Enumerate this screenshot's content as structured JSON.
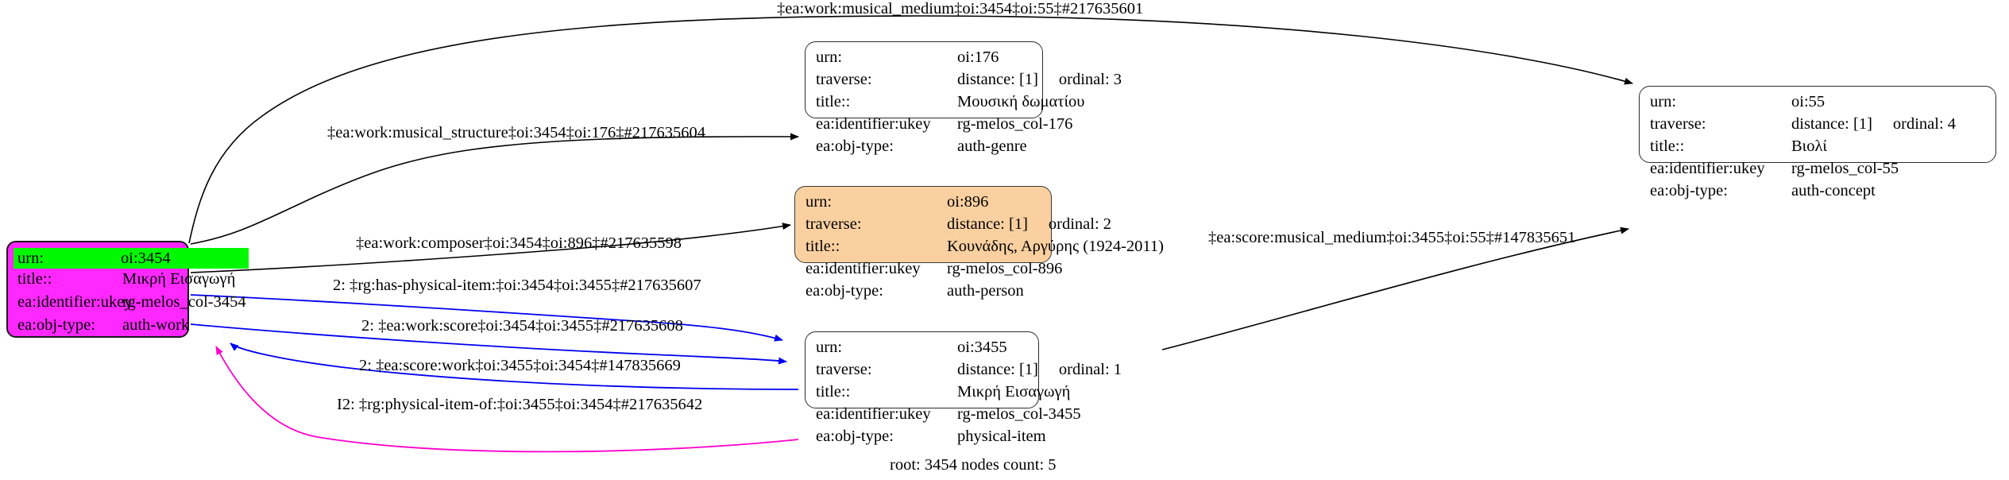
{
  "graph": {
    "footer": "root: 3454 nodes count: 5",
    "field_labels": {
      "urn": "urn:",
      "traverse": "traverse:",
      "title": "title::",
      "ukey": "ea:identifier:ukey",
      "objtype": "ea:obj-type:"
    },
    "colors": {
      "root_fill": "#ff28ff",
      "root_highlight": "#00f900",
      "person_fill": "#fad0a0",
      "default_fill": "#ffffff",
      "edge_default": "#000000",
      "edge_blue": "#0000ee",
      "edge_magenta": "#ff00cc"
    }
  },
  "nodes": [
    {
      "id": "oi3454",
      "urn": "oi:3454",
      "traverse": null,
      "traverse_distance": null,
      "traverse_ordinal": null,
      "title": "Μικρή Εισαγωγή",
      "ukey": "rg-melos_col-3454",
      "objtype": "auth-work"
    },
    {
      "id": "oi176",
      "urn": "oi:176",
      "traverse": "distance: [1]     ordinal: 3",
      "traverse_distance": "distance: [1]",
      "traverse_ordinal": "ordinal: 3",
      "title": "Μουσική δωματίου",
      "ukey": "rg-melos_col-176",
      "objtype": "auth-genre"
    },
    {
      "id": "oi896",
      "urn": "oi:896",
      "traverse": "distance: [1]     ordinal: 2",
      "traverse_distance": "distance: [1]",
      "traverse_ordinal": "ordinal: 2",
      "title": "Κουνάδης, Αργύρης (1924-2011)",
      "ukey": "rg-melos_col-896",
      "objtype": "auth-person"
    },
    {
      "id": "oi3455",
      "urn": "oi:3455",
      "traverse": "distance: [1]     ordinal: 1",
      "traverse_distance": "distance: [1]",
      "traverse_ordinal": "ordinal: 1",
      "title": "Μικρή Εισαγωγή",
      "ukey": "rg-melos_col-3455",
      "objtype": "physical-item"
    },
    {
      "id": "oi55",
      "urn": "oi:55",
      "traverse": "distance: [1]     ordinal: 4",
      "traverse_distance": "distance: [1]",
      "traverse_ordinal": "ordinal: 4",
      "title": "Βιολί",
      "ukey": "rg-melos_col-55",
      "objtype": "auth-concept"
    }
  ],
  "edges": [
    {
      "id": "e1",
      "label": "‡ea:work:musical_medium‡oi:3454‡oi:55‡#217635601",
      "from": "oi3454",
      "to": "oi55",
      "color": "#000000"
    },
    {
      "id": "e2",
      "label": "‡ea:work:musical_structure‡oi:3454‡oi:176‡#217635604",
      "from": "oi3454",
      "to": "oi176",
      "color": "#000000"
    },
    {
      "id": "e3",
      "label": "‡ea:work:composer‡oi:3454‡oi:896‡#217635598",
      "from": "oi3454",
      "to": "oi896",
      "color": "#000000"
    },
    {
      "id": "e4",
      "label": "2: ‡rg:has-physical-item:‡oi:3454‡oi:3455‡#217635607",
      "from": "oi3454",
      "to": "oi3455",
      "color": "#0000ee"
    },
    {
      "id": "e5",
      "label": "2: ‡ea:work:score‡oi:3454‡oi:3455‡#217635608",
      "from": "oi3454",
      "to": "oi3455",
      "color": "#0000ee"
    },
    {
      "id": "e6",
      "label": "2: ‡ea:score:work‡oi:3455‡oi:3454‡#147835669",
      "from": "oi3455",
      "to": "oi3454",
      "color": "#0000ee"
    },
    {
      "id": "e7",
      "label": "I2: ‡rg:physical-item-of:‡oi:3455‡oi:3454‡#217635642",
      "from": "oi3455",
      "to": "oi3454",
      "color": "#ff00cc"
    },
    {
      "id": "e8",
      "label": "‡ea:score:musical_medium‡oi:3455‡oi:55‡#147835651",
      "from": "oi3455",
      "to": "oi55",
      "color": "#000000"
    }
  ]
}
